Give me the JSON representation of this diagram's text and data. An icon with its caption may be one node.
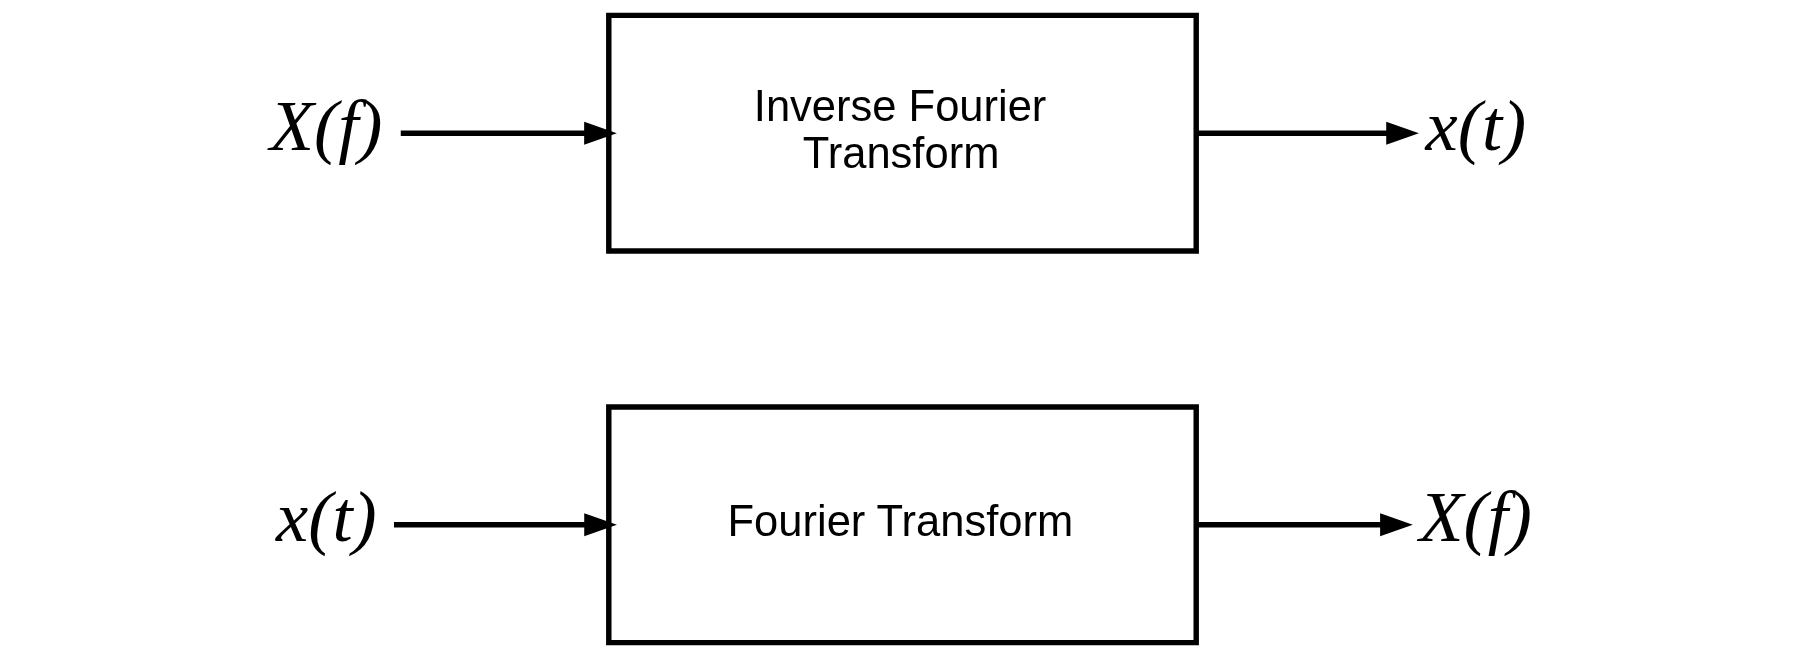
{
  "diagram": {
    "nodes": [
      {
        "text": [
          "x(t)"
        ]
      },
      {
        "text": [
          "Fourier Transform"
        ]
      },
      {
        "text": [
          "X(f)"
        ]
      },
      {
        "text": [
          "X(f)"
        ]
      },
      {
        "text": [
          "Inverse Fourier Transform"
        ]
      },
      {
        "text": [
          "x(t)"
        ]
      }
    ],
    "edges": [
      {
        "from": 0,
        "to": 1,
        "arrow": "to"
      },
      {
        "from": 1,
        "to": 2,
        "arrow": "to"
      },
      {
        "from": 3,
        "to": 4,
        "arrow": "to"
      },
      {
        "from": 4,
        "to": 5,
        "arrow": "to"
      }
    ]
  }
}
